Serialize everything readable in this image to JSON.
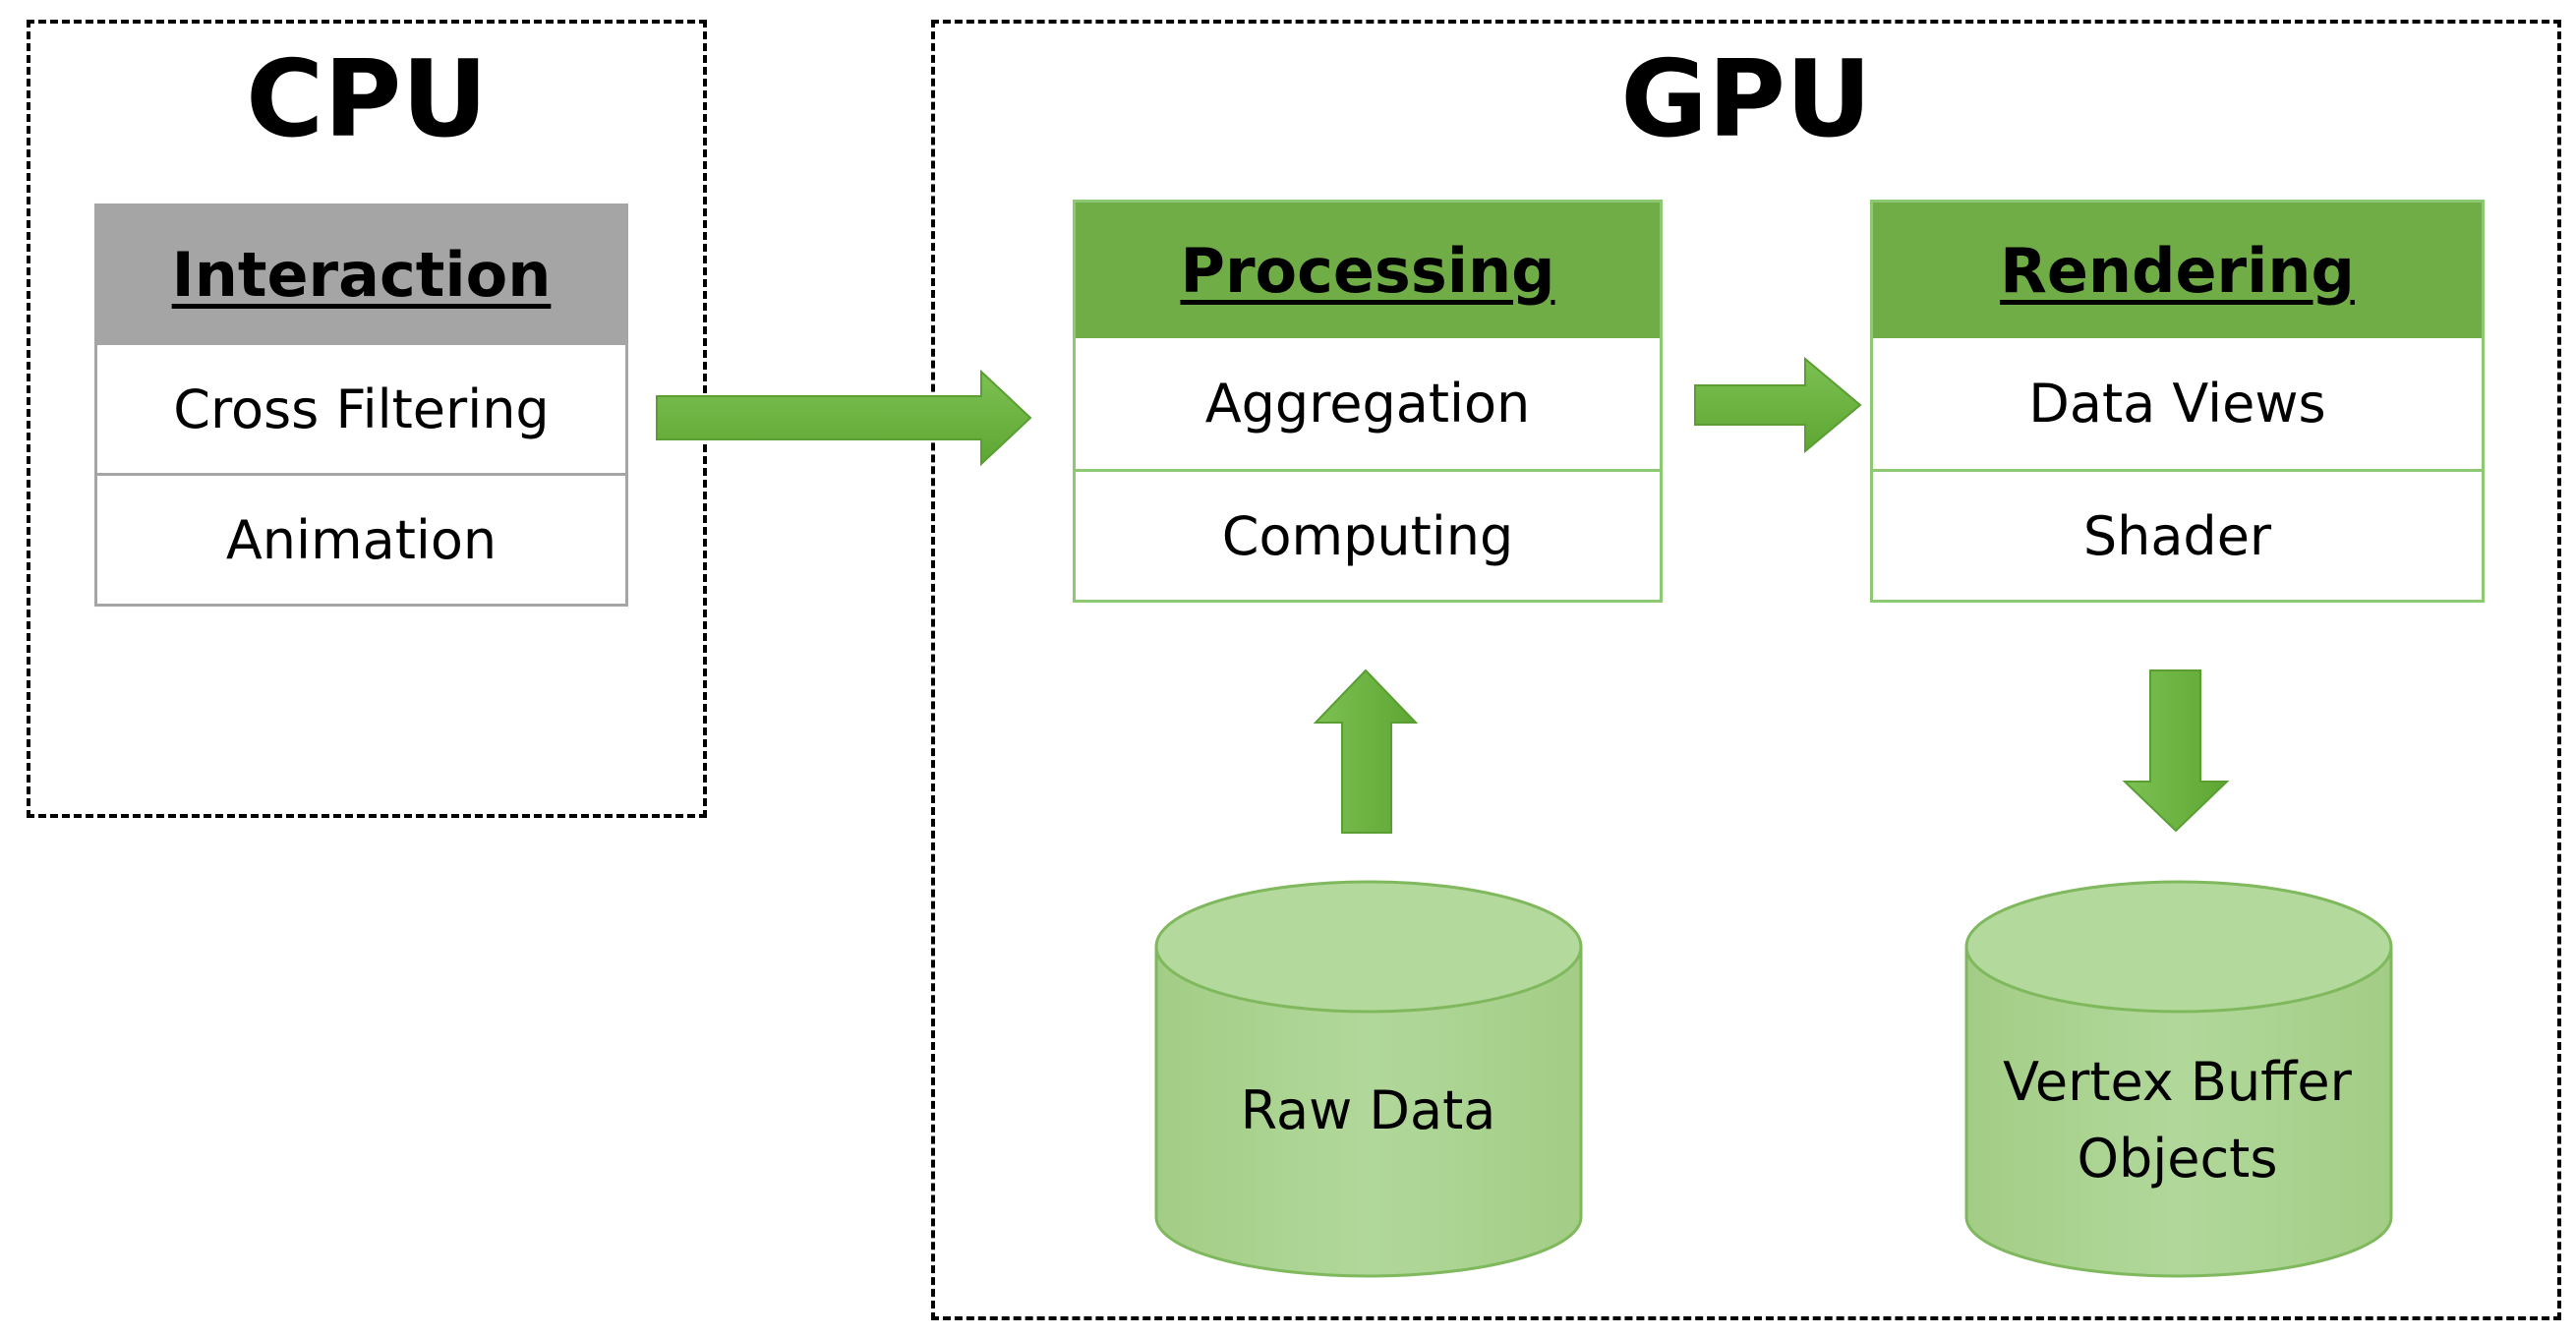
{
  "cpu": {
    "title": "CPU",
    "interaction": {
      "header": "Interaction",
      "rows": [
        "Cross Filtering",
        "Animation"
      ]
    }
  },
  "gpu": {
    "title": "GPU",
    "processing": {
      "header": "Processing",
      "rows": [
        "Aggregation",
        "Computing"
      ]
    },
    "rendering": {
      "header": "Rendering",
      "rows": [
        "Data Views",
        "Shader"
      ]
    },
    "raw_data": {
      "label": "Raw Data"
    },
    "vertex_buffer_objects": {
      "line1": "Vertex Buffer",
      "line2": "Objects"
    }
  },
  "colors": {
    "green_header": "#70ad47",
    "green_arrow": "#6bb040",
    "cylinder_fill": "#a9d18e",
    "gray_header": "#a5a5a5"
  }
}
